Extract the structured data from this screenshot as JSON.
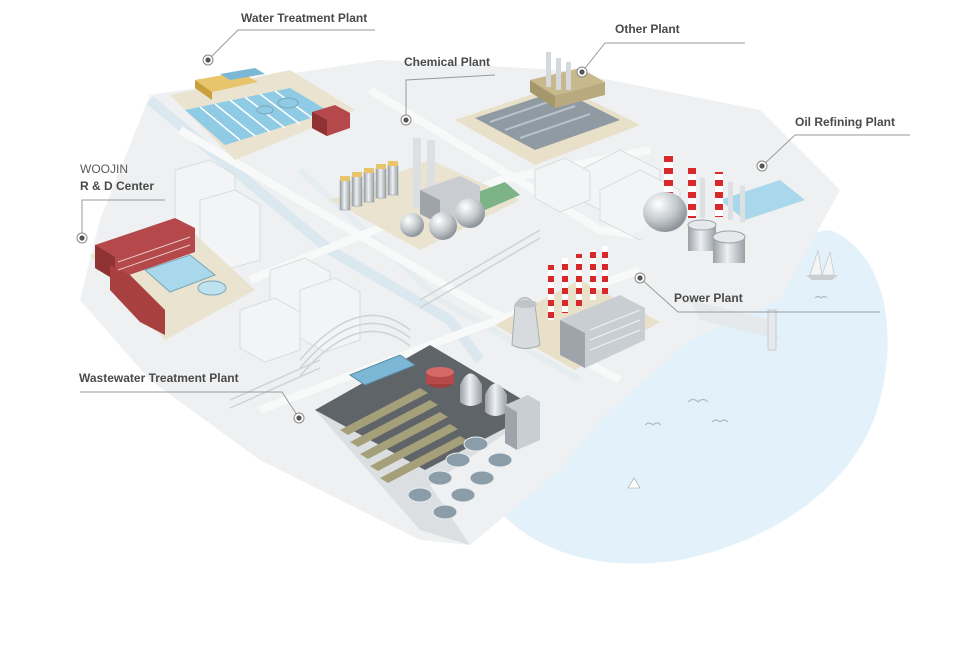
{
  "labels": {
    "water_treatment": "Water Treatment Plant",
    "chemical": "Chemical Plant",
    "other": "Other Plant",
    "oil_refining": "Oil Refining Plant",
    "rd_center_line1": "WOOJIN",
    "rd_center_line2": "R & D Center",
    "power": "Power Plant",
    "wastewater": "Wastewater Treatment Plant"
  },
  "colors": {
    "leader_line": "#9a9a9a",
    "marker": "#555555",
    "sea": "#e3f1fa",
    "ground": "#eef0f1",
    "plot": "#e8e0c8",
    "pool": "#a9d8ec",
    "building_red": "#b5484a",
    "stack_red": "#d8282a",
    "tank": "#c8ccd0",
    "grass": "#a5a07a"
  },
  "icons": {
    "marker": "target-dot-icon"
  }
}
